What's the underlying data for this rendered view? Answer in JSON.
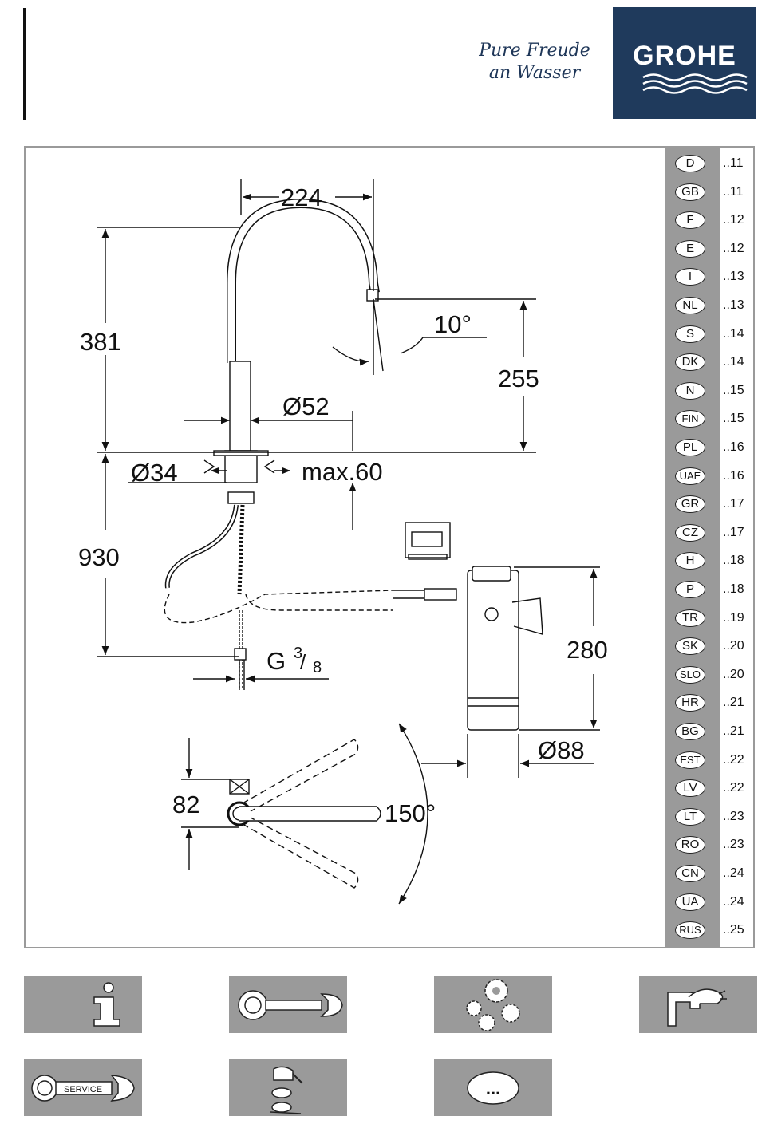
{
  "header": {
    "slogan_line1": "Pure Freude",
    "slogan_line2": "an Wasser",
    "brand": "GROHE",
    "brand_color": "#1f3a5c"
  },
  "dimensions": {
    "width_spout": "224",
    "height_total": "381",
    "angle_spout": "10°",
    "height_spout": "255",
    "dia_body": "Ø52",
    "dia_hole": "Ø34",
    "max_thickness": "max.60",
    "hose_length": "930",
    "thread_main": "G",
    "thread_num": "3",
    "thread_den": "8",
    "filter_height": "280",
    "filter_dia": "Ø88",
    "swivel_offset": "82",
    "swivel_angle": "150°"
  },
  "languages": [
    {
      "code": "D",
      "page": "..11"
    },
    {
      "code": "GB",
      "page": "..11"
    },
    {
      "code": "F",
      "page": "..12"
    },
    {
      "code": "E",
      "page": "..12"
    },
    {
      "code": "I",
      "page": "..13"
    },
    {
      "code": "NL",
      "page": "..13"
    },
    {
      "code": "S",
      "page": "..14"
    },
    {
      "code": "DK",
      "page": "..14"
    },
    {
      "code": "N",
      "page": "..15"
    },
    {
      "code": "FIN",
      "page": "..15"
    },
    {
      "code": "PL",
      "page": "..16"
    },
    {
      "code": "UAE",
      "page": "..16"
    },
    {
      "code": "GR",
      "page": "..17"
    },
    {
      "code": "CZ",
      "page": "..17"
    },
    {
      "code": "H",
      "page": "..18"
    },
    {
      "code": "P",
      "page": "..18"
    },
    {
      "code": "TR",
      "page": "..19"
    },
    {
      "code": "SK",
      "page": "..20"
    },
    {
      "code": "SLO",
      "page": "..20"
    },
    {
      "code": "HR",
      "page": "..21"
    },
    {
      "code": "BG",
      "page": "..21"
    },
    {
      "code": "EST",
      "page": "..22"
    },
    {
      "code": "LV",
      "page": "..22"
    },
    {
      "code": "LT",
      "page": "..23"
    },
    {
      "code": "RO",
      "page": "..23"
    },
    {
      "code": "CN",
      "page": "..24"
    },
    {
      "code": "UA",
      "page": "..24"
    },
    {
      "code": "RUS",
      "page": "..25"
    }
  ],
  "icons": {
    "info": "info-icon",
    "install": "wrench-icon",
    "spare_parts": "gears-icon",
    "care": "hand-cleaning-icon",
    "service": "service-wrench-icon",
    "cartridge": "cartridge-icon",
    "more": "more-icon",
    "service_label": "SERVICE",
    "more_label": "..."
  }
}
